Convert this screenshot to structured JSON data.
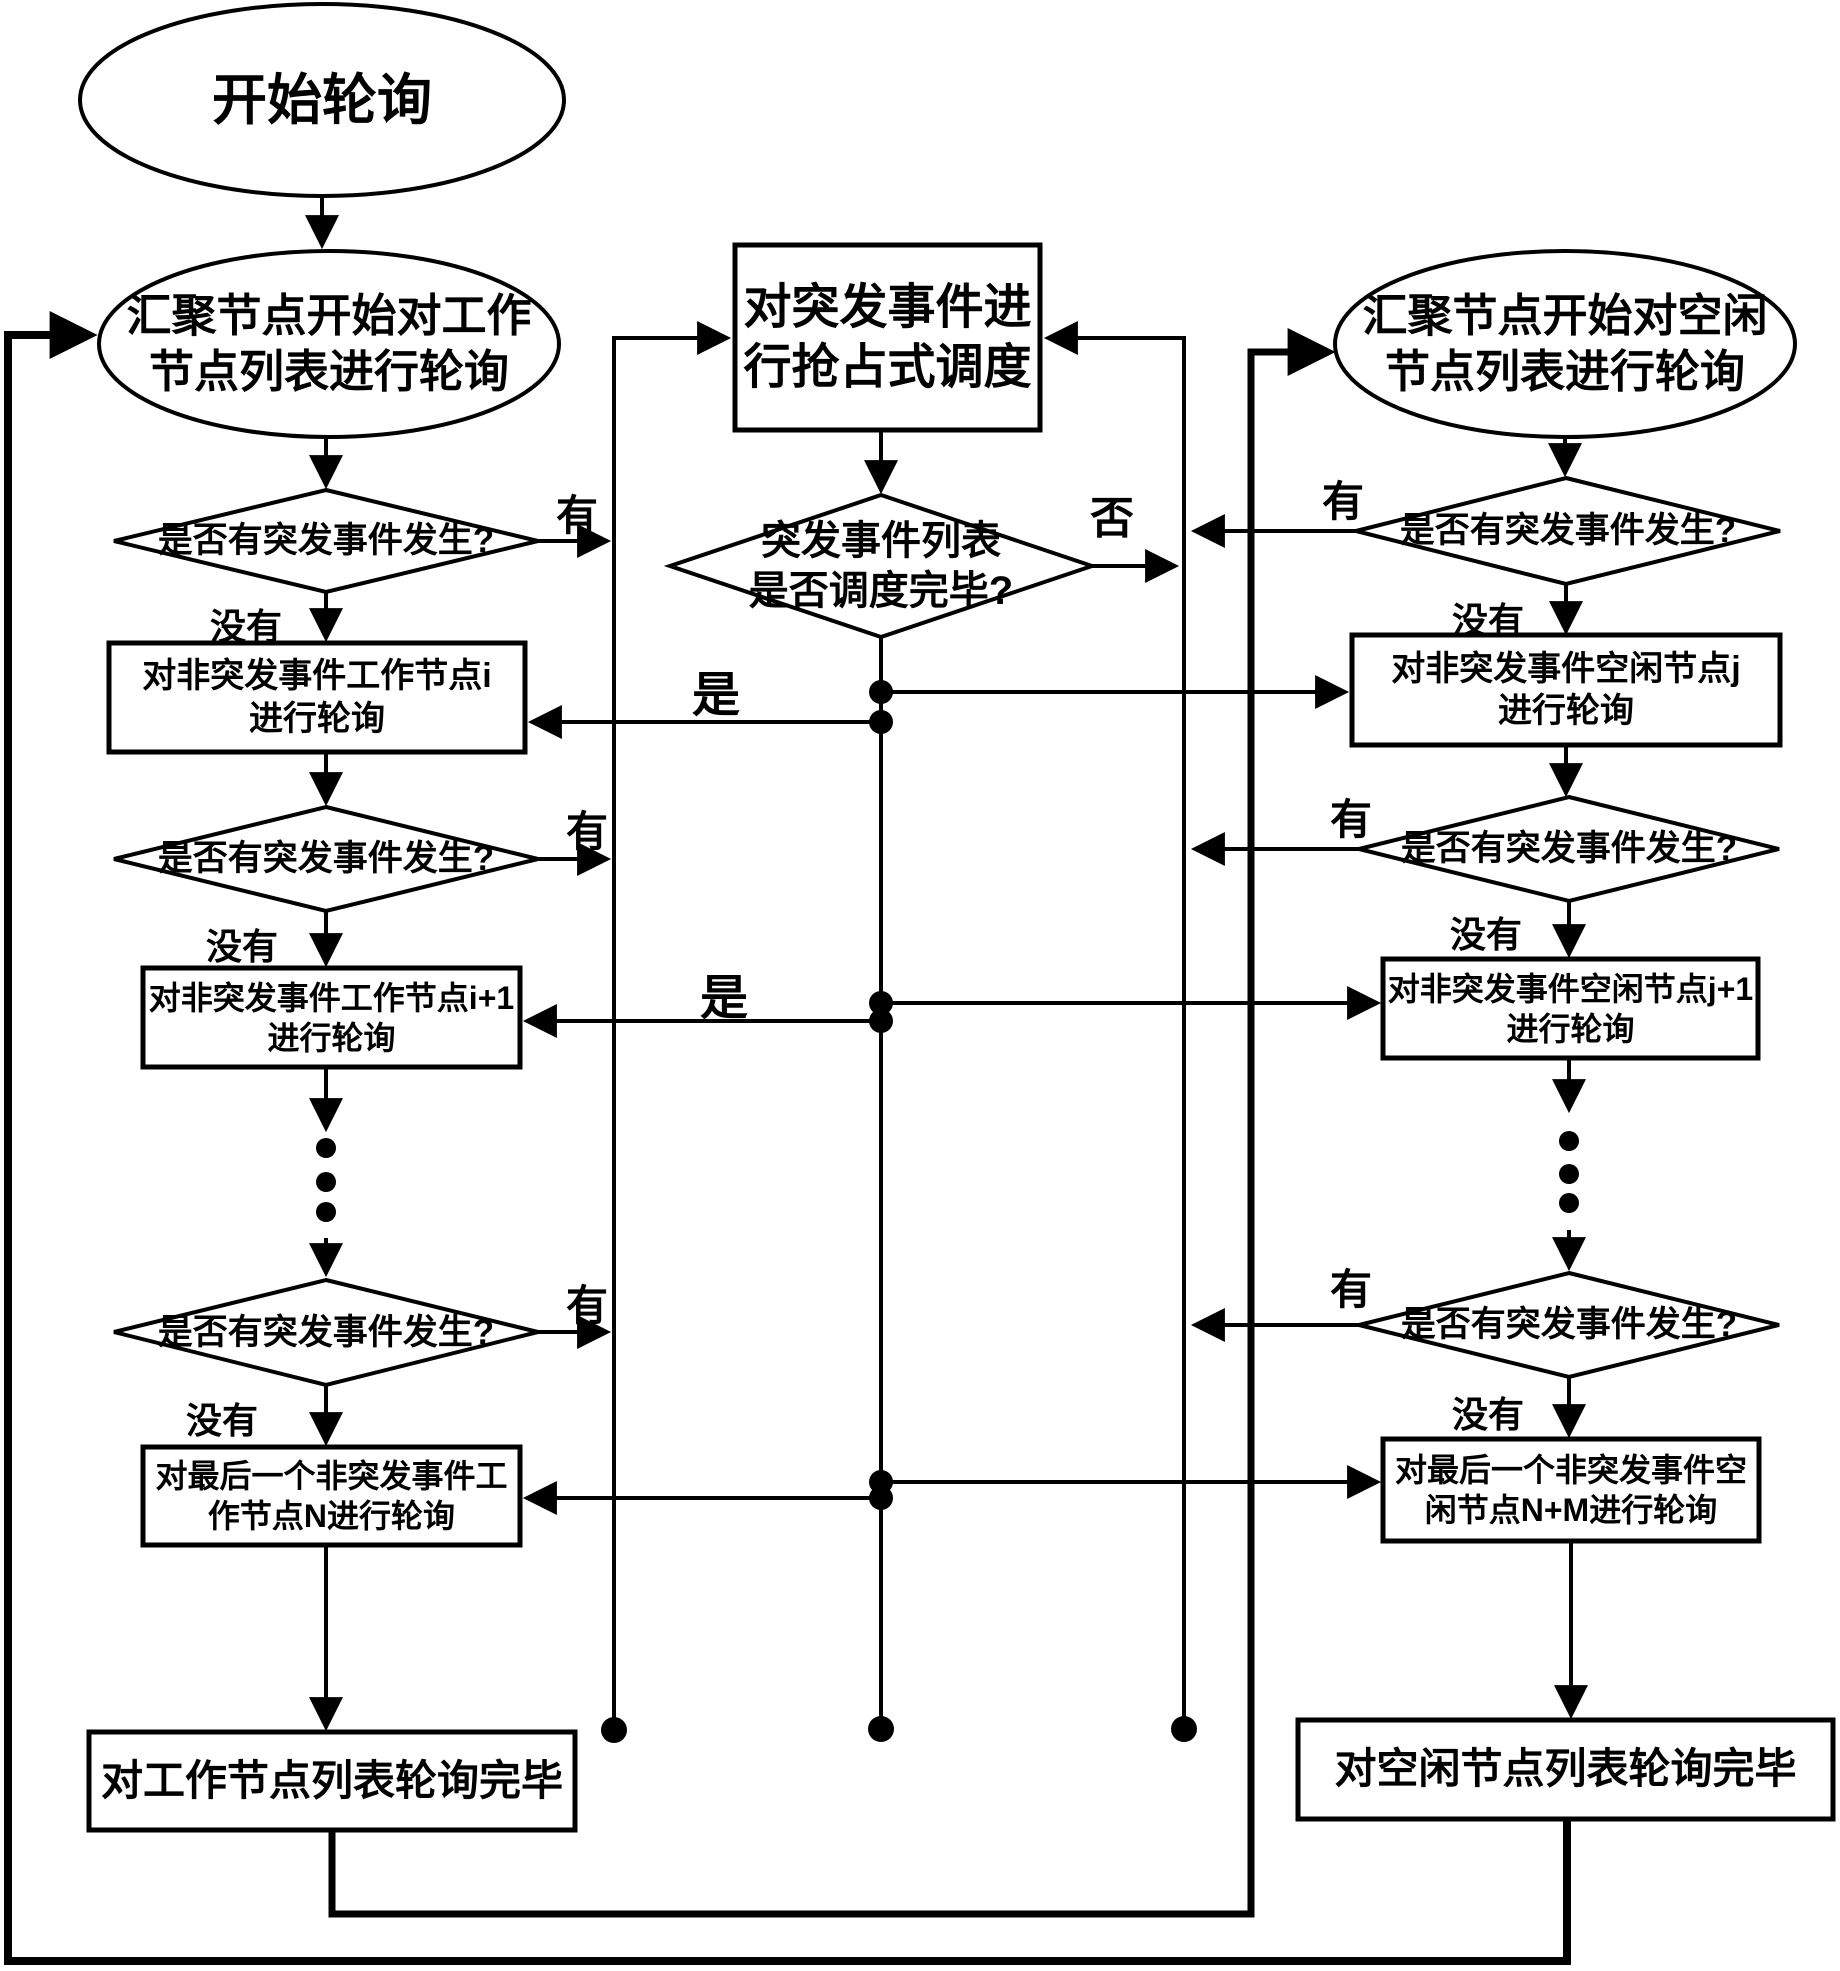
{
  "flowchart": {
    "background_color": "#ffffff",
    "line_color": "#000000",
    "nodes": {
      "start": "开始轮询",
      "work_head": "汇聚节点开始对工作\n节点列表进行轮询",
      "idle_head": "汇聚节点开始对空闲\n节点列表进行轮询",
      "schedule": "对突发事件进\n行抢占式调度",
      "schedule_done_check": "突发事件列表\n是否调度完毕?",
      "burst_check": "是否有突发事件发生?",
      "work_i": "对非突发事件工作节点i\n进行轮询",
      "work_i1": "对非突发事件工作节点i+1\n进行轮询",
      "work_n": "对最后一个非突发事件工\n作节点N进行轮询",
      "work_done": "对工作节点列表轮询完毕",
      "idle_j": "对非突发事件空闲节点j\n进行轮询",
      "idle_j1": "对非突发事件空闲节点j+1\n进行轮询",
      "idle_nm": "对最后一个非突发事件空\n闲节点N+M进行轮询",
      "idle_done": "对空闲节点列表轮询完毕"
    },
    "edge_labels": {
      "has": "有",
      "none": "没有",
      "yes": "是",
      "no": "否"
    }
  }
}
